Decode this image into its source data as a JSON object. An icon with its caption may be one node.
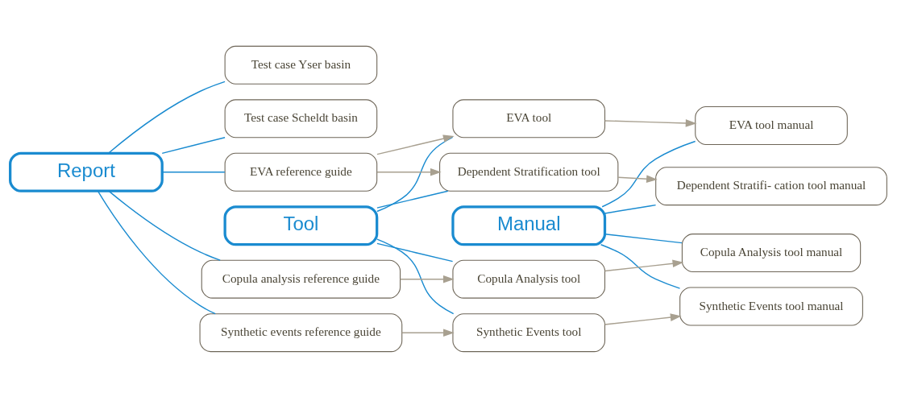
{
  "diagram": {
    "nodes": [
      {
        "text": [
          "Report"
        ]
      },
      {
        "text": [
          "Tool"
        ]
      },
      {
        "text": [
          "Manual"
        ]
      },
      {
        "text": [
          "EVA reference guide"
        ]
      },
      {
        "text": [
          "Copula analysis reference guide"
        ]
      },
      {
        "text": [
          "Synthetic events reference guide"
        ]
      },
      {
        "text": [
          "Test case Yser basin"
        ]
      },
      {
        "text": [
          "Test case Scheldt basin"
        ]
      },
      {
        "text": [
          "EVA tool"
        ]
      },
      {
        "text": [
          "Dependent Stratification tool"
        ]
      },
      {
        "text": [
          "Copula Analysis tool"
        ]
      },
      {
        "text": [
          "Synthetic Events tool"
        ]
      },
      {
        "text": [
          "EVA tool manual"
        ]
      },
      {
        "text": [
          "Dependent Stratifi- cation tool manual"
        ]
      },
      {
        "text": [
          "Copula Analysis tool manual"
        ]
      },
      {
        "text": [
          "Synthetic Events tool manual"
        ]
      }
    ],
    "edges": [
      {
        "from": 0,
        "to": 3,
        "arrow": "none"
      },
      {
        "from": 0,
        "to": 4,
        "arrow": "none"
      },
      {
        "from": 0,
        "to": 5,
        "arrow": "none"
      },
      {
        "from": 0,
        "to": 6,
        "arrow": "none"
      },
      {
        "from": 0,
        "to": 7,
        "arrow": "none"
      },
      {
        "from": 1,
        "to": 8,
        "arrow": "none"
      },
      {
        "from": 1,
        "to": 9,
        "arrow": "none"
      },
      {
        "from": 1,
        "to": 10,
        "arrow": "none"
      },
      {
        "from": 1,
        "to": 11,
        "arrow": "none"
      },
      {
        "from": 2,
        "to": 12,
        "arrow": "none"
      },
      {
        "from": 2,
        "to": 13,
        "arrow": "none"
      },
      {
        "from": 2,
        "to": 14,
        "arrow": "none"
      },
      {
        "from": 2,
        "to": 15,
        "arrow": "none"
      },
      {
        "from": 3,
        "to": 8,
        "arrow": "to",
        "color": "#a8a090"
      },
      {
        "from": 3,
        "to": 9,
        "arrow": "to",
        "color": "#a8a090"
      },
      {
        "from": 4,
        "to": 10,
        "arrow": "to",
        "color": "#a8a090"
      },
      {
        "from": 5,
        "to": 11,
        "arrow": "to",
        "color": "#a8a090"
      },
      {
        "from": 8,
        "to": 12,
        "arrow": "to",
        "color": "#a8a090"
      },
      {
        "from": 9,
        "to": 13,
        "arrow": "to",
        "color": "#a8a090"
      },
      {
        "from": 10,
        "to": 14,
        "arrow": "to",
        "color": "#a8a090"
      },
      {
        "from": 11,
        "to": 15,
        "arrow": "to",
        "color": "#a8a090"
      }
    ]
  }
}
